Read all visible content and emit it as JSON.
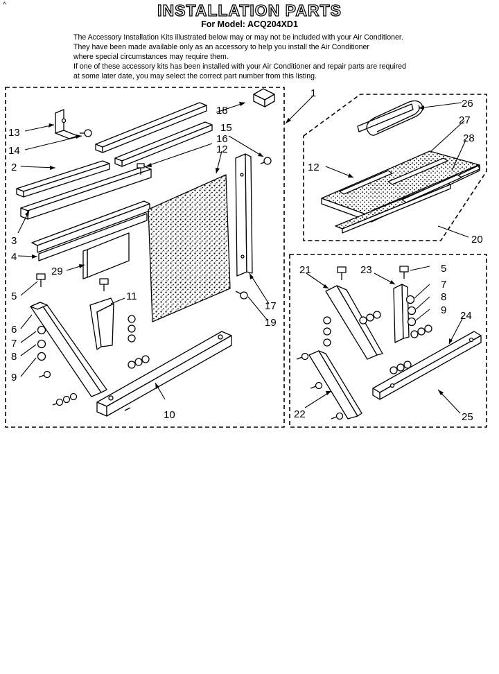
{
  "header": {
    "caret": "^",
    "title": "INSTALLATION PARTS",
    "model_line": "For Model: ACQ204XD1",
    "intro_lines": [
      "The Accessory Installation Kits illustrated below may or may not be included with your Air Conditioner.",
      "They have been made available only as an accessory to help you install the Air Conditioner",
      "where special circumstances may require them.",
      "If one of these accessory kits has been installed with your Air Conditioner and repair parts are required",
      "at some later date, you may select the correct part number from this listing."
    ]
  },
  "callouts": {
    "c1": "1",
    "c2": "2",
    "c3": "3",
    "c4": "4",
    "c5a": "5",
    "c6": "6",
    "c7a": "7",
    "c8a": "8",
    "c9a": "9",
    "c10": "10",
    "c11": "11",
    "c12a": "12",
    "c13": "13",
    "c14": "14",
    "c15": "15",
    "c16": "16",
    "c17": "17",
    "c18": "18",
    "c19": "19",
    "c29": "29",
    "c12b": "12",
    "c20": "20",
    "c26": "26",
    "c27": "27",
    "c28": "28",
    "c21": "21",
    "c22": "22",
    "c23": "23",
    "c24": "24",
    "c25": "25",
    "c5b": "5",
    "c7b": "7",
    "c8b": "8",
    "c9b": "9"
  }
}
